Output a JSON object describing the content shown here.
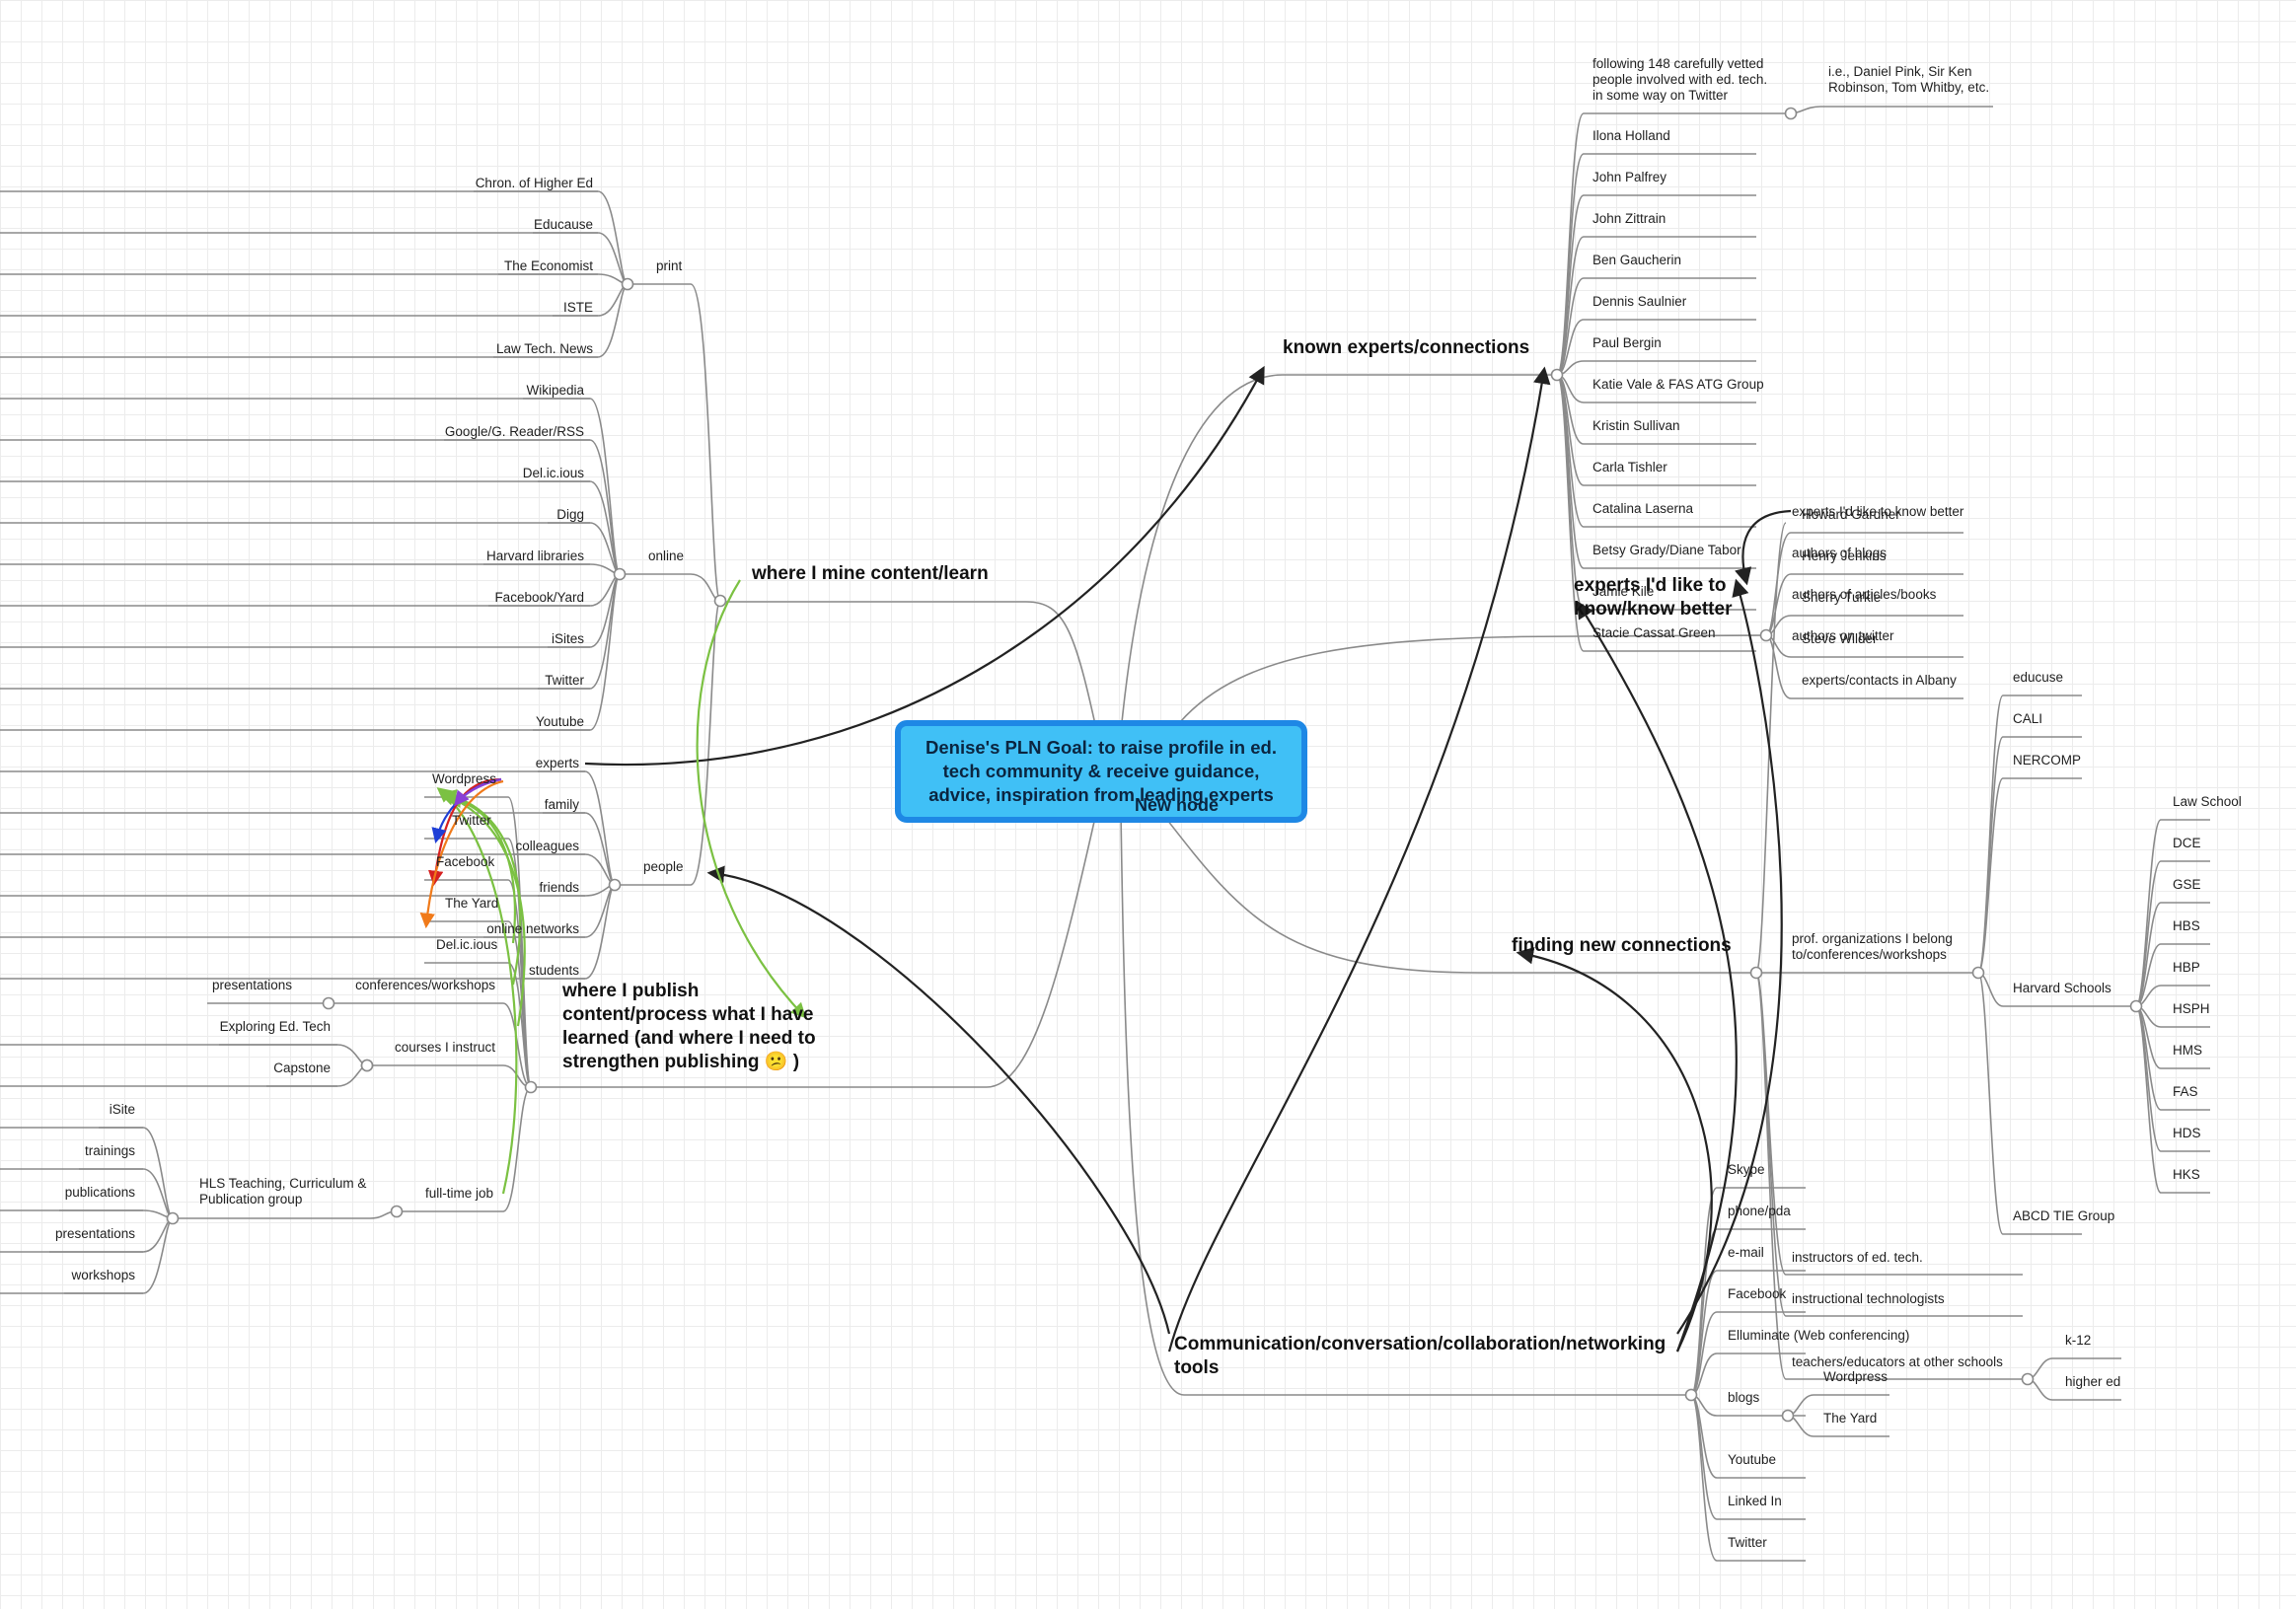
{
  "central": {
    "title": "Denise's PLN Goal: to raise profile in ed. tech community & receive guidance, advice, inspiration from leading experts",
    "overlay": "New node"
  },
  "branches": {
    "mine": "where I mine content/learn",
    "publish": "where I publish content/process what I have learned (and where I need to strengthen publishing 😕 )",
    "known": "known experts/connections",
    "like": "experts I'd like to know/know better",
    "finding": "finding new connections",
    "comm": "Communication/conversation/collaboration/networking tools"
  },
  "mine": {
    "print": {
      "label": "print",
      "items": [
        "Chron. of Higher Ed",
        "Educause",
        "The Economist",
        "ISTE",
        "Law Tech. News"
      ]
    },
    "online": {
      "label": "online",
      "items": [
        "Wikipedia",
        "Google/G. Reader/RSS",
        "Del.ic.ious",
        "Digg",
        "Harvard libraries",
        "Facebook/Yard",
        "iSites",
        "Twitter",
        "Youtube"
      ]
    },
    "people": {
      "label": "people",
      "items": [
        "experts",
        "family",
        "colleagues",
        "friends",
        "online networks",
        "students"
      ]
    }
  },
  "publish": {
    "left_items": [
      "Wordpress",
      "Twitter",
      "Facebook",
      "The Yard",
      "Del.ic.ious"
    ],
    "conferences": {
      "label": "conferences/workshops",
      "child": "presentations"
    },
    "courses": {
      "label": "courses I instruct",
      "items": [
        "Exploring Ed. Tech",
        "Capstone"
      ]
    },
    "job": {
      "label": "full-time job",
      "group": "HLS Teaching, Curriculum & Publication group",
      "items": [
        "iSite",
        "trainings",
        "publications",
        "presentations",
        "workshops"
      ]
    }
  },
  "known": {
    "following": "following 148 carefully vetted people involved with ed. tech. in some way on Twitter",
    "following_child": "i.e., Daniel Pink, Sir Ken Robinson, Tom Whitby, etc.",
    "items": [
      "Ilona Holland",
      "John Palfrey",
      "John Zittrain",
      "Ben Gaucherin",
      "Dennis Saulnier",
      "Paul Bergin",
      "Katie Vale & FAS ATG Group",
      "Kristin Sullivan",
      "Carla Tishler",
      "Catalina Laserna",
      "Betsy Grady/Diane Tabor",
      "Jamie Kile",
      "Stacie Cassat Green"
    ]
  },
  "like": {
    "items": [
      "Howard Gardner",
      "Henry Jenkins",
      "Sherry Turkle",
      "Steve Wilder"
    ],
    "overlays": [
      "experts I'd like to know better",
      "authors of blogs",
      "authors of articles/books",
      "authors on twitter"
    ],
    "albany": "experts/contacts in Albany"
  },
  "finding": {
    "prof": "prof. organizations I belong to/conferences/workshops",
    "orgs": [
      "educuse",
      "CALI",
      "NERCOMP"
    ],
    "harvard": "Harvard Schools",
    "schools": [
      "Law School",
      "DCE",
      "GSE",
      "HBS",
      "HBP",
      "HSPH",
      "HMS",
      "FAS",
      "HDS",
      "HKS"
    ],
    "abcd": "ABCD TIE Group",
    "instructors": "instructors of ed. tech.",
    "technologists": "instructional technologists",
    "teachers": "teachers/educators at other schools",
    "teachers_items": [
      "k-12",
      "higher ed"
    ]
  },
  "comm": {
    "items": [
      "Skype",
      "phone/pda",
      "e-mail",
      "Facebook",
      "Elluminate (Web conferencing)"
    ],
    "blogs": "blogs",
    "blogs_items": [
      "Wordpress",
      "The Yard"
    ],
    "tail": [
      "Youtube",
      "Linked In",
      "Twitter"
    ]
  },
  "colors": {
    "line": "#8a8a8a",
    "arrow": "#222222",
    "green": "#7bc142",
    "red": "#d62020",
    "orange": "#f07a1a",
    "blue": "#1f3fd6",
    "purple": "#8a3fd6",
    "central_fill": "#40c0f6",
    "central_border": "#1e88e5"
  }
}
